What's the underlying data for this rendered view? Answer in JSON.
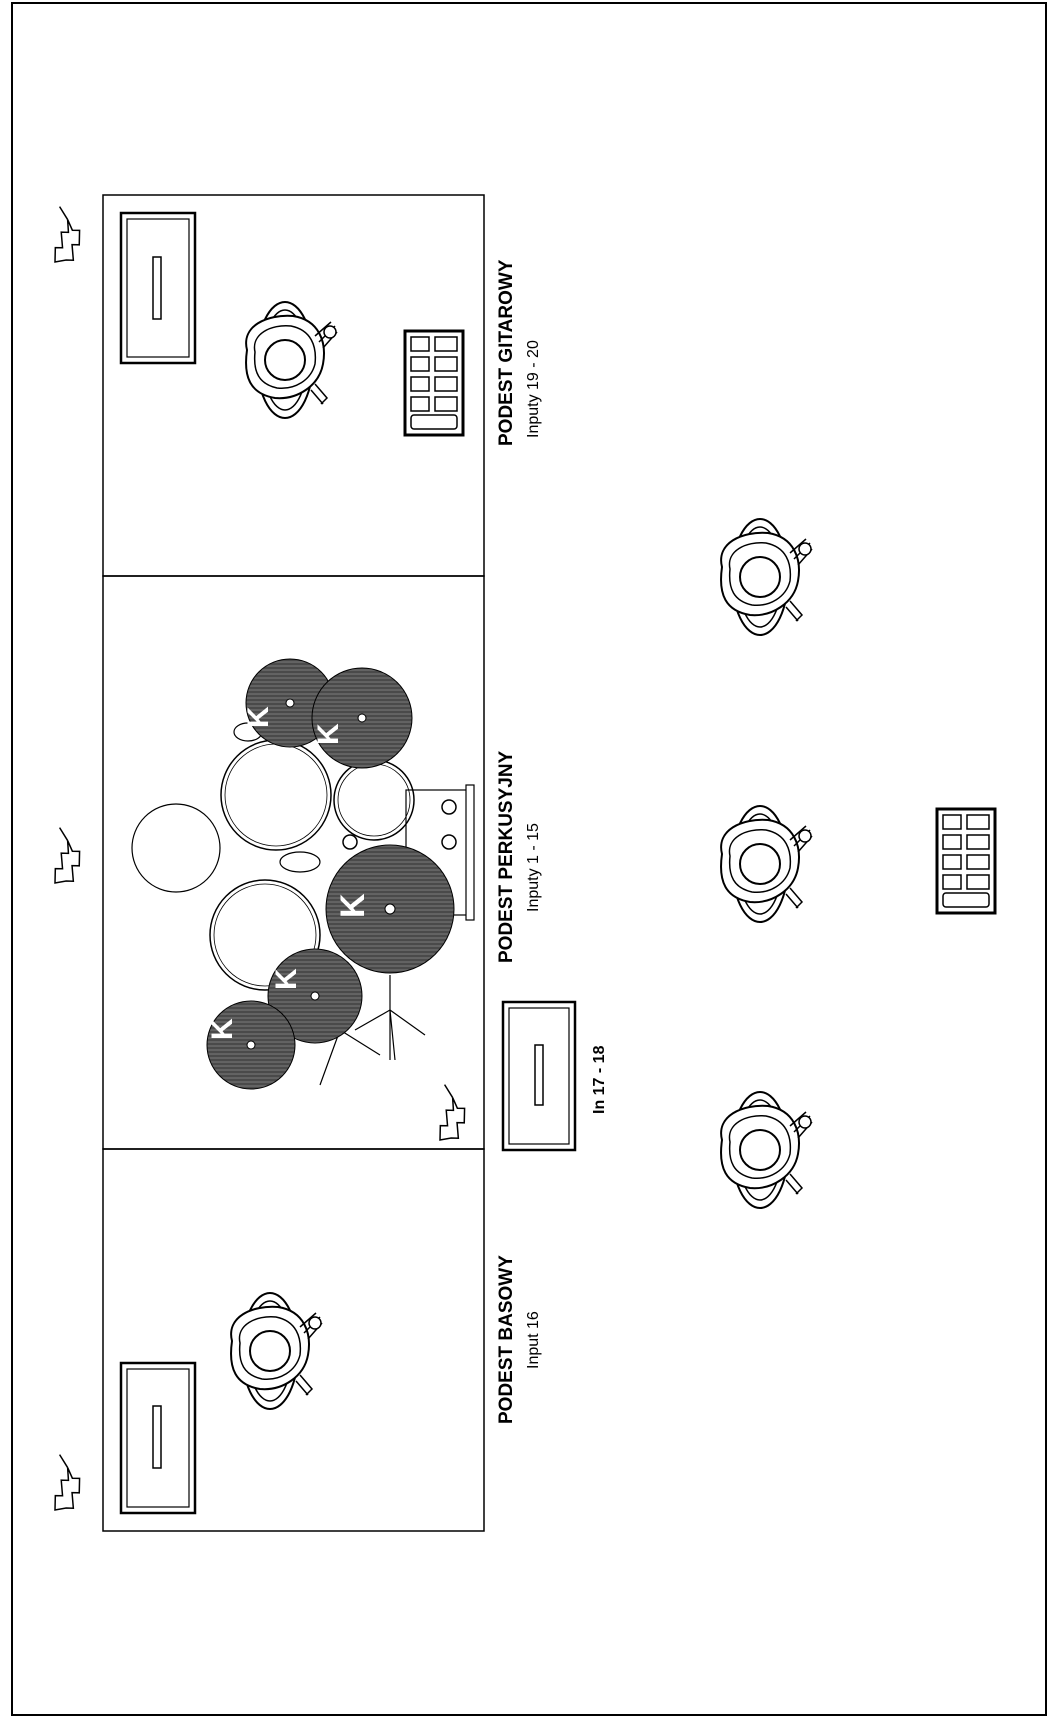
{
  "stage_plan": {
    "platforms": {
      "guitar": {
        "title": "PODEST GITAROWY",
        "subtitle": "Inputy 19 - 20"
      },
      "drums": {
        "title": "PODEST PERKUSYJNY",
        "subtitle": "Inputy 1 - 15"
      },
      "bass": {
        "title": "PODEST BASOWY",
        "subtitle": "Input 16"
      }
    },
    "monitor_amp_label": "In 17 - 18",
    "cymbal_brand_mark": "K",
    "icons": [
      "power-outlet-icon",
      "amplifier-icon",
      "musician-icon",
      "pedalboard-icon",
      "drum-kit-icon",
      "cymbal-icon"
    ],
    "colors": {
      "line": "#000000",
      "cymbal_fill": "#555555",
      "background": "#ffffff"
    }
  }
}
